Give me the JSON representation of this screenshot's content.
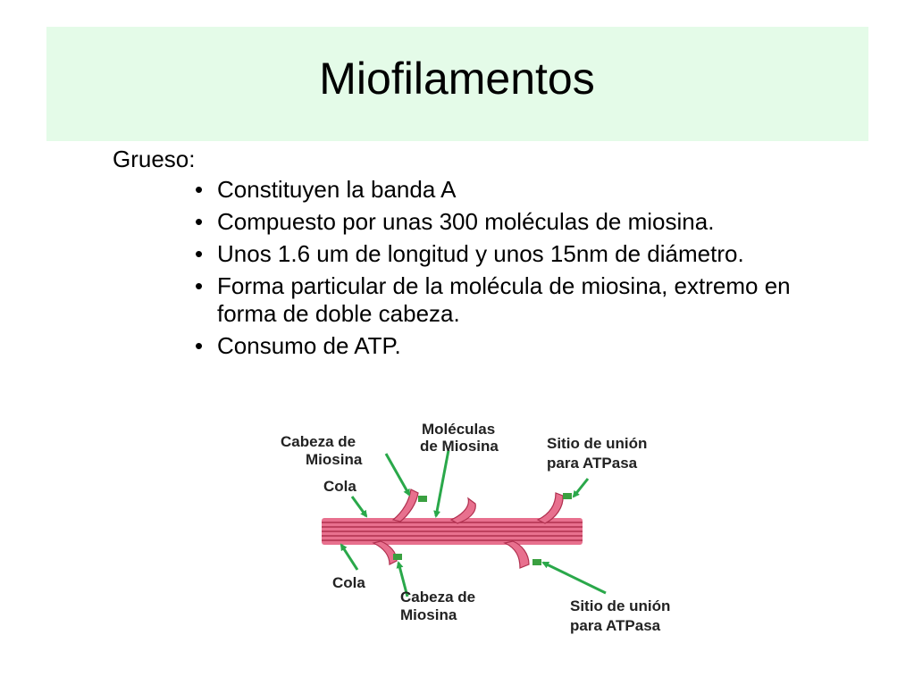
{
  "title": "Miofilamentos",
  "section_label": "Grueso:",
  "bullets": [
    "Constituyen la banda A",
    "Compuesto por unas 300 moléculas de miosina.",
    "Unos 1.6 um de longitud y unos 15nm de diámetro.",
    "Forma particular de la molécula de miosina, extremo en forma de doble cabeza.",
    "Consumo de ATP."
  ],
  "bullet_char": "•",
  "diagram": {
    "labels": {
      "head_top_1": "Cabeza de",
      "head_top_2": "Miosina",
      "tail_top": "Cola",
      "molecules_1": "Moléculas",
      "molecules_2": "de Miosina",
      "site_top_1": "Sitio de unión",
      "site_top_2": "para ATPasa",
      "tail_bottom": "Cola",
      "head_bottom_1": "Cabeza de",
      "head_bottom_2": "Miosina",
      "site_bottom_1": "Sitio de unión",
      "site_bottom_2": "para ATPasa"
    },
    "colors": {
      "filament": "#e8708e",
      "filament_line": "#b0304f",
      "arrow": "#2aa84a",
      "binding_site": "#3aa040"
    }
  }
}
